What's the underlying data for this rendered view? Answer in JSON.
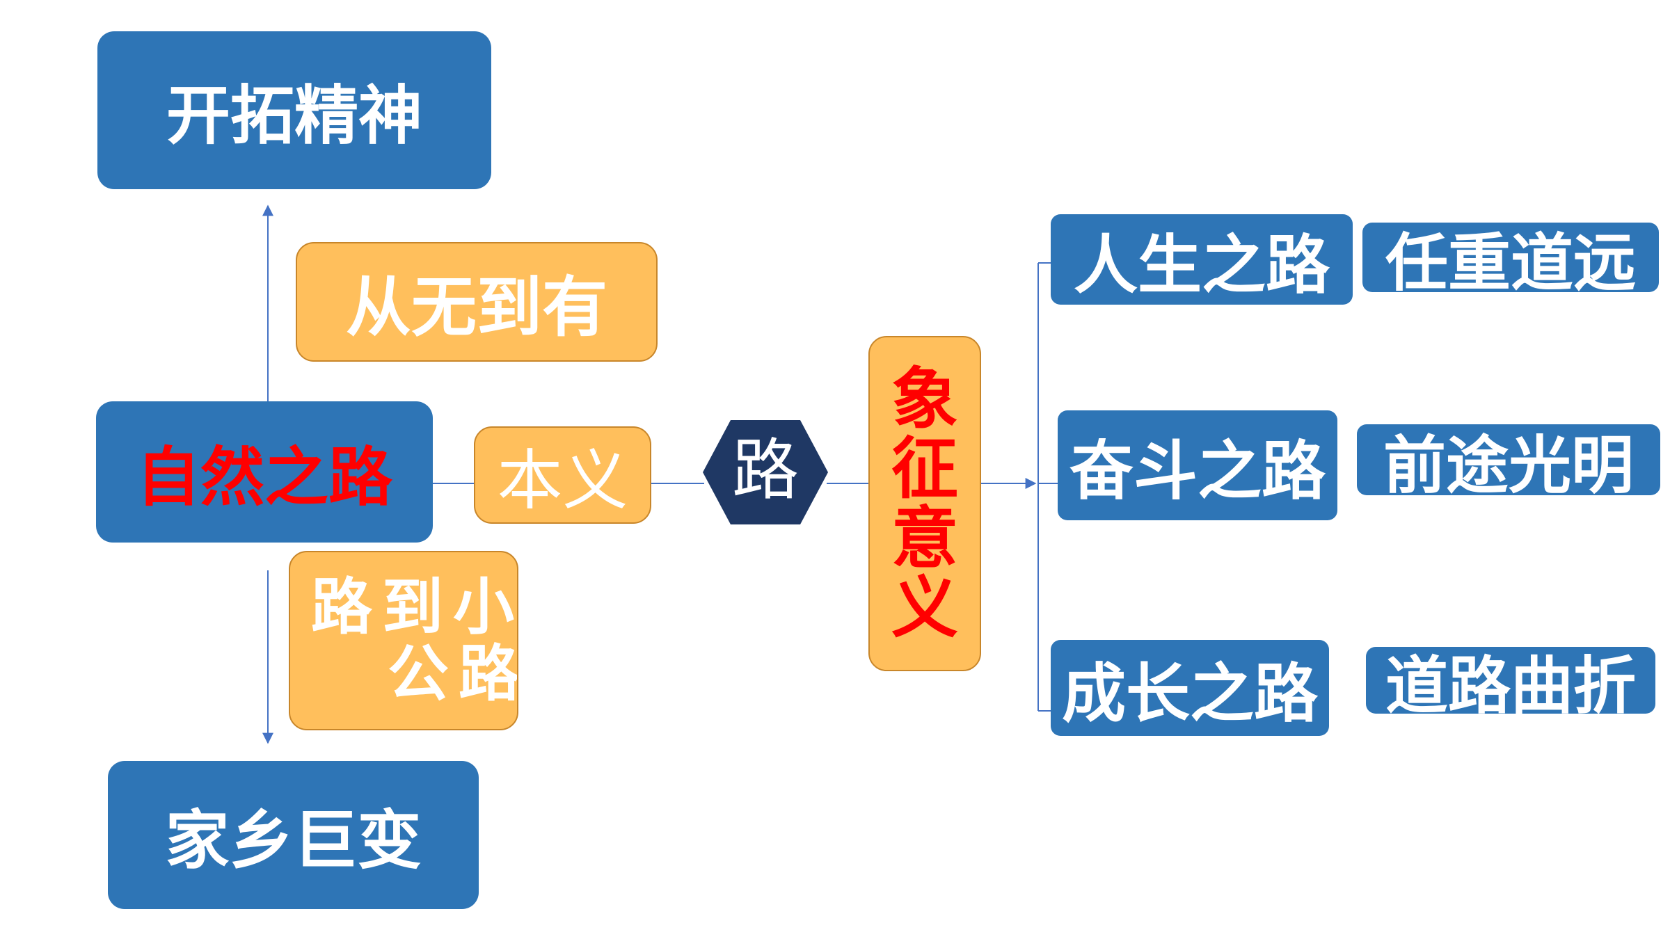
{
  "nodes": {
    "kaituo": "开拓精神",
    "jiaxiang": "家乡巨变",
    "ziran": "自然之路",
    "congwu": "从无到有",
    "benyi": "本义",
    "ludao_line1": "路到小",
    "ludao_line2": "公路",
    "lu": "路",
    "xiangzheng": "象征意义",
    "rensheng": "人生之路",
    "fendou": "奋斗之路",
    "chengzhang": "成长之路",
    "renzhong": "任重道远",
    "qiantu": "前途光明",
    "daolu": "道路曲折"
  },
  "colors": {
    "blue": "#2e75b6",
    "orange": "#ffbf5c",
    "navy": "#1f3864",
    "red_text": "#ff0000",
    "line": "#4472c4"
  }
}
